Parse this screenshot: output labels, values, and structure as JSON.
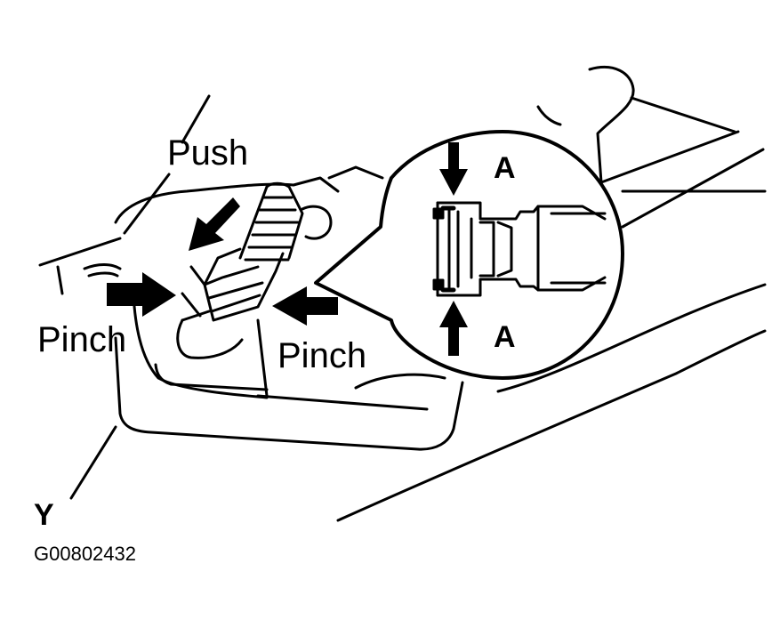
{
  "labels": {
    "push": "Push",
    "pinch_left": "Pinch",
    "pinch_right": "Pinch",
    "a_top": "A",
    "a_bottom": "A",
    "view_letter": "Y",
    "figure_code": "G00802432"
  },
  "colors": {
    "ink": "#000000",
    "paper": "#ffffff"
  }
}
